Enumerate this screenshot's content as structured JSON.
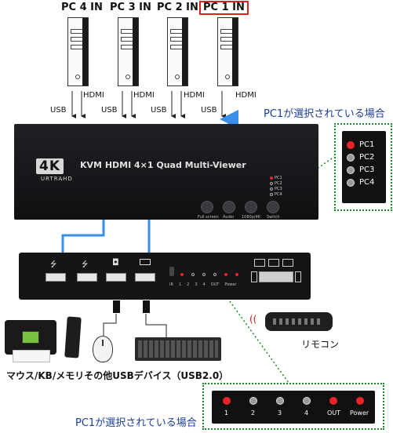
{
  "pcs": [
    {
      "label": "PC 4 IN"
    },
    {
      "label": "PC 3 IN"
    },
    {
      "label": "PC 2 IN"
    },
    {
      "label": "PC 1 IN",
      "selected": true
    }
  ],
  "cable_labels": {
    "usb": "USB",
    "hdmi": "HDMI"
  },
  "device_top": {
    "logo": "4K",
    "logo_sub": "URTRAHD",
    "title": "KVM HDMI 4×1 Quad Multi-Viewer",
    "leds": [
      "PC1",
      "PC2",
      "PC3",
      "PC4"
    ],
    "buttons": [
      "Full screen",
      "Audio",
      "1080p/4K",
      "Switch"
    ]
  },
  "callout_top": {
    "note": "PC1が選択されている場合",
    "rows": [
      {
        "label": "PC1",
        "active": true
      },
      {
        "label": "PC2",
        "active": false
      },
      {
        "label": "PC3",
        "active": false
      },
      {
        "label": "PC4",
        "active": false
      }
    ]
  },
  "device_front": {
    "indicators": [
      "IR",
      "1",
      "2",
      "3",
      "4",
      "OUT",
      "Power"
    ]
  },
  "remote_label": "リモコン",
  "peripherals_caption": "マウス/KB/メモリその他USBデバイス（USB2.0）",
  "callout_bottom": {
    "note": "PC1が選択されている場合",
    "lights": [
      {
        "label": "1",
        "active": true
      },
      {
        "label": "2",
        "active": false
      },
      {
        "label": "3",
        "active": false
      },
      {
        "label": "4",
        "active": false
      },
      {
        "label": "OUT",
        "active": true
      },
      {
        "label": "Power",
        "active": true
      }
    ]
  },
  "colors": {
    "accent_blue": "#3b8ee8",
    "led_red": "#e8242a",
    "callout_green": "#1a8a2a",
    "note_blue": "#1a3c9a"
  }
}
